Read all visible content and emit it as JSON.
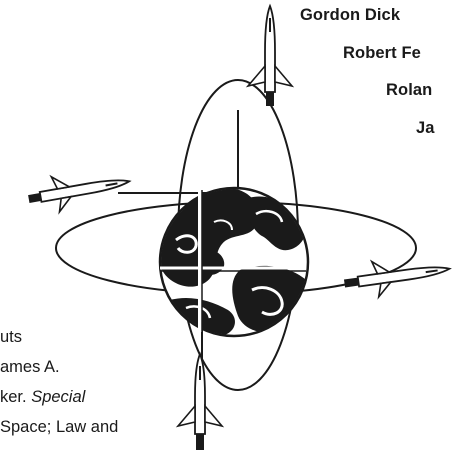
{
  "authors": [
    "Gordon Dick",
    "Robert Fe",
    "Rolan",
    "Ja"
  ],
  "citation": {
    "line1": "uts",
    "line2": "ames A.",
    "line3_plain": "ker. ",
    "line3_italic": "Special",
    "line4": "Space; Law and"
  },
  "illustration": {
    "name": "globe-with-orbiting-spacecraft",
    "colors": {
      "ink": "#1a1a1a",
      "paper": "#ffffff"
    }
  }
}
